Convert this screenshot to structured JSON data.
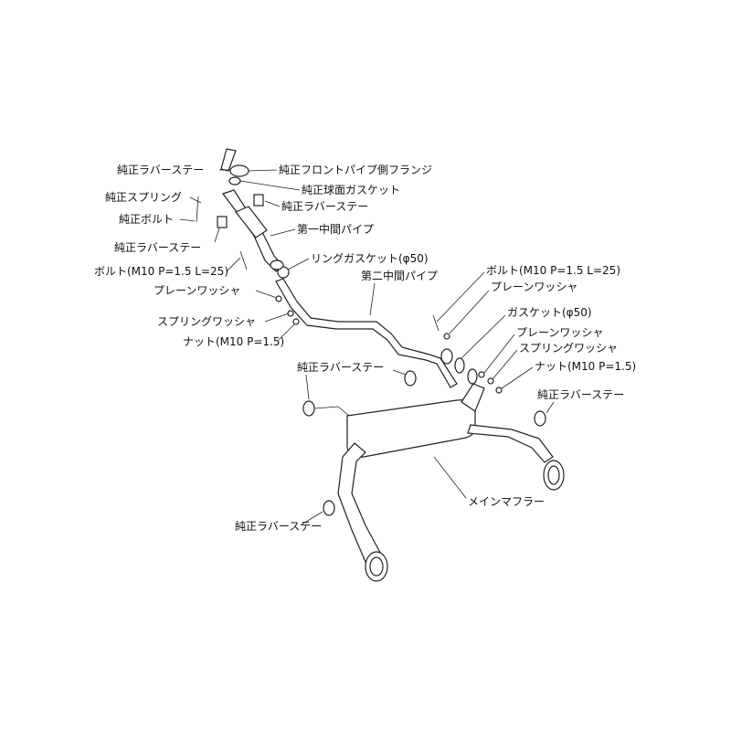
{
  "labels": {
    "rubber_stay_1": "純正ラバーステー",
    "front_pipe_flange": "純正フロントパイプ側フランジ",
    "spherical_gasket": "純正球面ガスケット",
    "spring": "純正スプリング",
    "rubber_stay_2": "純正ラバーステー",
    "oem_bolt": "純正ボルト",
    "first_mid_pipe": "第一中間パイプ",
    "rubber_stay_3": "純正ラバーステー",
    "ring_gasket": "リングガスケット(φ50)",
    "bolt_left": "ボルト(M10 P=1.5 L=25)",
    "second_mid_pipe": "第二中間パイプ",
    "bolt_right": "ボルト(M10 P=1.5 L=25)",
    "plain_washer_left": "プレーンワッシャ",
    "plain_washer_right_1": "プレーンワッシャ",
    "gasket_right": "ガスケット(φ50)",
    "spring_washer_left": "スプリングワッシャ",
    "plain_washer_right_2": "プレーンワッシャ",
    "nut_left": "ナット(M10 P=1.5)",
    "spring_washer_right": "スプリングワッシャ",
    "nut_right": "ナット(M10 P=1.5)",
    "rubber_stay_4": "純正ラバーステー",
    "rubber_stay_5": "純正ラバーステー",
    "main_muffler": "メインマフラー",
    "rubber_stay_6": "純正ラバーステー"
  }
}
